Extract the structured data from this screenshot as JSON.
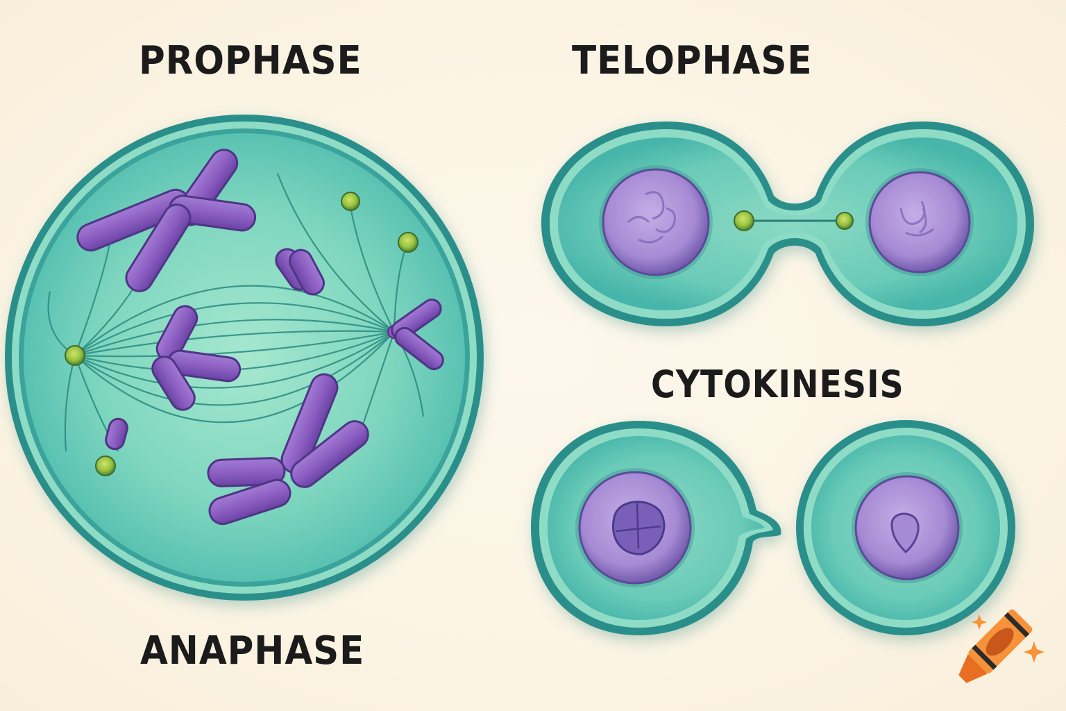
{
  "diagram": {
    "topic": "Stages of cell division (mitosis)",
    "labels": {
      "prophase": "PROPHASE",
      "telophase": "TELOPHASE",
      "cytokinesis": "CYTOKINESIS",
      "anaphase": "ANAPHASE"
    },
    "panels": [
      {
        "id": "large-cell",
        "labels": [
          "PROPHASE",
          "ANAPHASE"
        ],
        "contents": [
          "chromosomes",
          "spindle-fibers",
          "centrosomes"
        ]
      },
      {
        "id": "telophase-cells",
        "label": "TELOPHASE",
        "contents": [
          "two-nuclei",
          "centrioles",
          "cleavage-furrow"
        ]
      },
      {
        "id": "cytokinesis-cells",
        "label": "CYTOKINESIS",
        "contents": [
          "two-daughter-cells",
          "nuclei-with-nucleolus"
        ]
      }
    ],
    "watermark": {
      "icon": "crayon-icon",
      "color": "#f07a28"
    }
  },
  "colors": {
    "background": "#fcf5e6",
    "cytoplasm": "#6fcfb9",
    "membrane": "#2e9c94",
    "membrane_dark": "#1f7d78",
    "chromosome": "#8a5cc0",
    "chromosome_dark": "#4e3585",
    "nucleus": "#a68ad4",
    "centrosome": "#8fbf3a",
    "label_text": "#1b1b1b",
    "crayon": "#f07a28"
  }
}
